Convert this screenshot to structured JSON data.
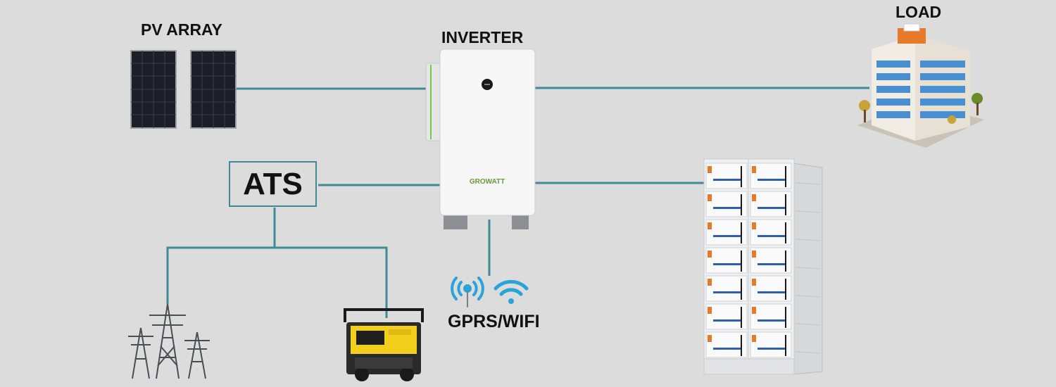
{
  "labels": {
    "pv_array": "PV ARRAY",
    "inverter": "INVERTER",
    "load": "LOAD",
    "ats": "ATS",
    "comms": "GPRS/WIFI"
  },
  "inverter_brand": "GROWATT",
  "icons": [
    "solar-panel-icon",
    "inverter-icon",
    "building-icon",
    "battery-rack-icon",
    "power-tower-icon",
    "generator-icon",
    "antenna-icon",
    "wifi-icon"
  ],
  "colors": {
    "background": "#dcdcdc",
    "wire": "#3f8a94",
    "battery_accent": "#e8782a",
    "battery_stripe": "#2e5fb0",
    "generator_yellow": "#f2cf1d",
    "comms_blue": "#2aa3d8"
  }
}
